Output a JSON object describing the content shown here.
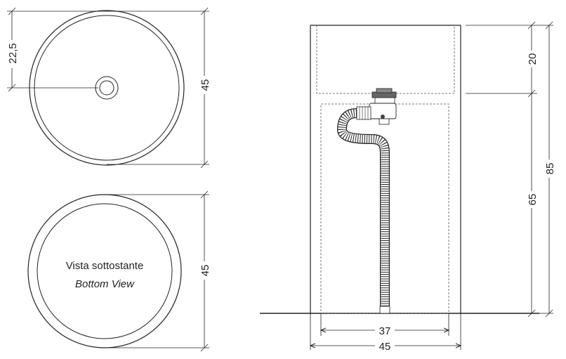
{
  "top_view": {
    "radius_offset_label": "22,5",
    "diameter_label": "45"
  },
  "bottom_view": {
    "title_it": "Vista sottostante",
    "title_en": "Bottom View",
    "diameter_label": "45"
  },
  "side_view": {
    "basin_depth_label": "20",
    "lower_height_label": "65",
    "total_height_label": "85",
    "inner_width_label": "37",
    "outer_width_label": "45"
  },
  "colors": {
    "line": "#222222",
    "dashed": "#555555"
  }
}
